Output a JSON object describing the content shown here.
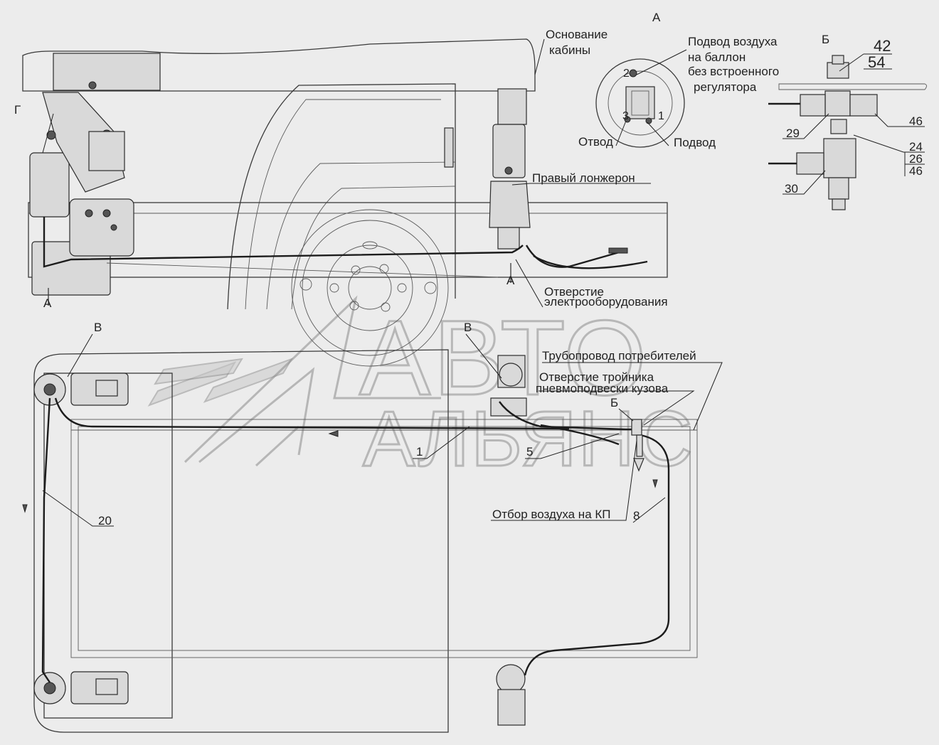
{
  "labels": {
    "view_a_title": "А",
    "view_b_title": "Б",
    "cab_base_1": "Основание",
    "cab_base_2": "кабины",
    "air_supply_1": "Подвод воздуха",
    "air_supply_2": "на баллон",
    "air_supply_3": "без встроенного",
    "air_supply_4": "регулятора",
    "outlet": "Отвод",
    "inlet": "Подвод",
    "right_spar": "Правый лонжерон",
    "hole_electric_1": "Отверстие",
    "hole_electric_2": "электрооборудования",
    "consumer_pipe": "Трубопровод потребителей",
    "tee_hole_1": "Отверстие тройника",
    "tee_hole_2": "пневмоподвески кузова",
    "gearbox_air": "Отбор воздуха на КП",
    "letter_g": "Г",
    "letter_v_left": "В",
    "letter_v_right": "В",
    "letter_b_tee": "Б",
    "arrow_a_left": "А",
    "arrow_a_right": "А",
    "port_2": "2",
    "port_3": "3",
    "port_1": "1"
  },
  "callouts": {
    "n42": "42",
    "n54": "54",
    "n46a": "46",
    "n29": "29",
    "n24": "24",
    "n26": "26",
    "n46b": "46",
    "n30": "30",
    "n1": "1",
    "n5": "5",
    "n20": "20",
    "n8": "8"
  },
  "watermark": {
    "line1": "АВТО",
    "line2": "АЛЬЯНС"
  }
}
